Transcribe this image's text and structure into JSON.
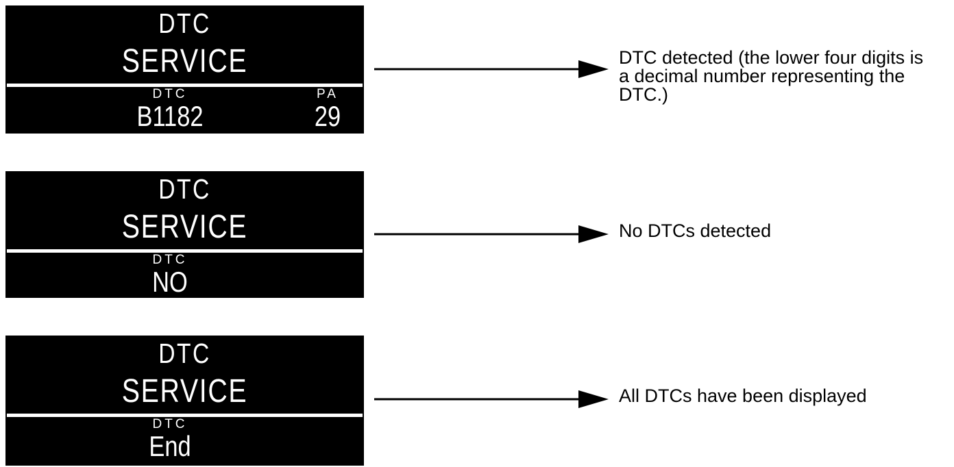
{
  "figure": {
    "colors": {
      "screen_background": "#000000",
      "screen_text": "#ffffff",
      "annotation_text": "#000000",
      "arrow": "#000000",
      "page_background": "#ffffff"
    },
    "panels": [
      {
        "title": "DTC",
        "subtitle": "SERVICE",
        "value_label": "DTC",
        "value": "B1182",
        "aux_label": "PA",
        "aux_value": "29",
        "annotation": "DTC detected (the lower four digits is\na decimal number representing the DTC.)"
      },
      {
        "title": "DTC",
        "subtitle": "SERVICE",
        "value_label": "DTC",
        "value": "NO",
        "annotation": "No DTCs detected"
      },
      {
        "title": "DTC",
        "subtitle": "SERVICE",
        "value_label": "DTC",
        "value": "End",
        "annotation": "All DTCs have been displayed"
      }
    ]
  }
}
